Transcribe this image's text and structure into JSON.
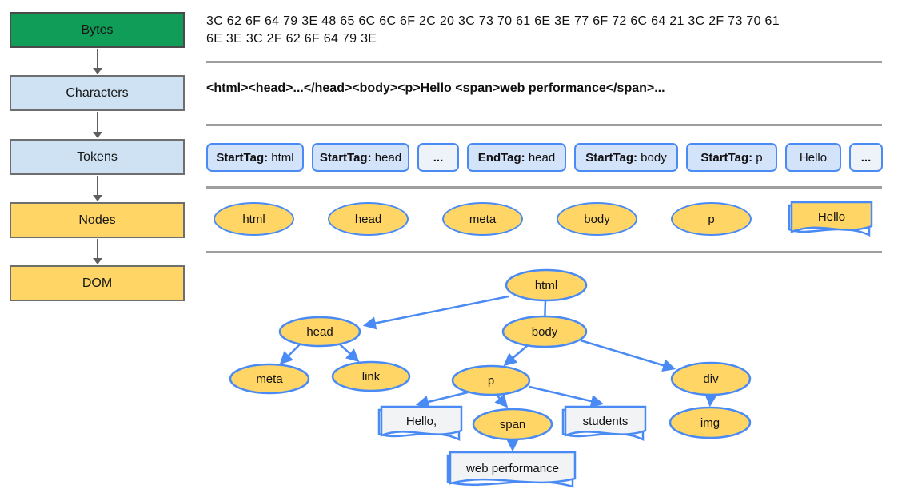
{
  "pipeline": {
    "stages": [
      {
        "label": "Bytes"
      },
      {
        "label": "Characters"
      },
      {
        "label": "Tokens"
      },
      {
        "label": "Nodes"
      },
      {
        "label": "DOM"
      }
    ]
  },
  "bytes": {
    "line1": "3C 62 6F 64 79 3E 48 65 6C 6C 6F 2C 20 3C 73 70 61 6E 3E 77 6F 72 6C 64 21 3C 2F 73 70 61",
    "line2": "6E 3E 3C 2F 62 6F 64 79 3E"
  },
  "characters": {
    "text": "<html><head>...</head><body><p>Hello <span>web performance</span>..."
  },
  "tokens": {
    "items": [
      {
        "bold": "StartTag:",
        "rest": " html"
      },
      {
        "bold": "StartTag:",
        "rest": " head"
      },
      {
        "bold": "...",
        "rest": ""
      },
      {
        "bold": "EndTag:",
        "rest": " head"
      },
      {
        "bold": "StartTag:",
        "rest": " body"
      },
      {
        "bold": "StartTag:",
        "rest": " p"
      },
      {
        "bold": "",
        "rest": "Hello"
      },
      {
        "bold": "...",
        "rest": ""
      }
    ]
  },
  "nodes_row": {
    "ellipses": [
      "html",
      "head",
      "meta",
      "body",
      "p"
    ],
    "doc_label": "Hello"
  },
  "dom_tree": {
    "labels": {
      "html": "html",
      "head": "head",
      "body": "body",
      "meta": "meta",
      "link": "link",
      "p": "p",
      "div": "div",
      "span": "span",
      "img": "img",
      "hello": "Hello,",
      "students": "students",
      "web_performance": "web performance"
    }
  },
  "colors": {
    "green": "#0f9d58",
    "yellow": "#ffd666",
    "light_blue": "#cfe2f3",
    "token_blue": "#d3e3fa",
    "doc_gray": "#f1f3f4",
    "blue_border": "#4a8af4",
    "divider_gray": "#9e9e9e"
  }
}
